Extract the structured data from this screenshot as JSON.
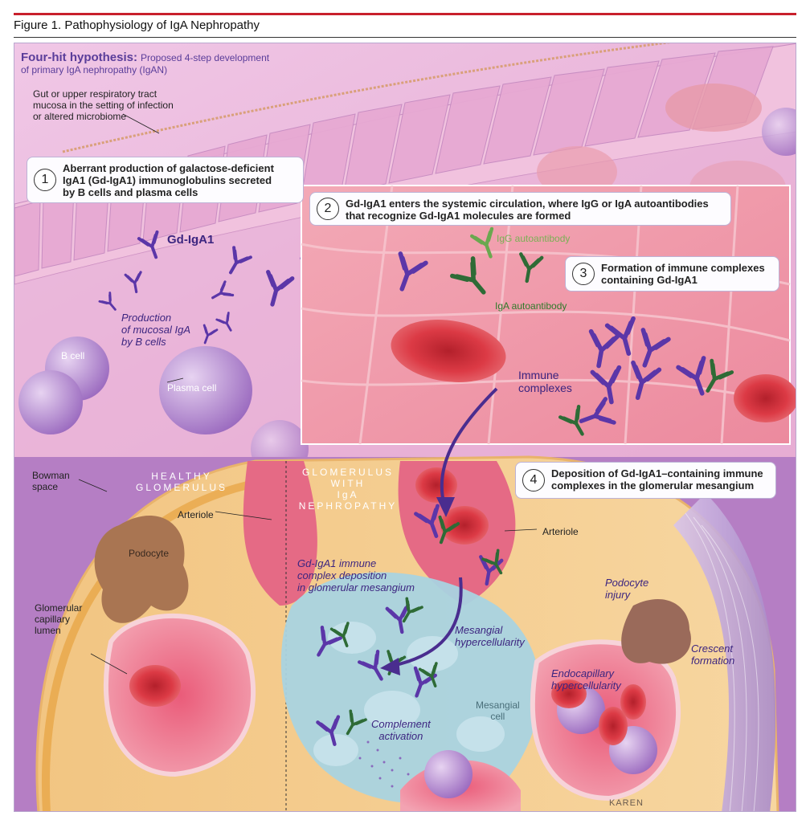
{
  "figure_title": "Figure 1. Pathophysiology of IgA Nephropathy",
  "hypothesis": {
    "title": "Four-hit hypothesis:",
    "subtitle_line1": "Proposed 4-step development",
    "subtitle_line2": "of primary IgA nephropathy (IgAN)"
  },
  "labels": {
    "mucosa": [
      "Gut or upper respiratory tract",
      "mucosa in the setting of infection",
      "or altered microbiome"
    ],
    "gd_iga1": "Gd-IgA1",
    "production": [
      "Production",
      "of mucosal IgA",
      "by B cells"
    ],
    "b_cell": "B cell",
    "plasma_cell": "Plasma cell",
    "igg_autoantibody": "IgG autoantibody",
    "iga_autoantibody": "IgA autoantibody",
    "immune_complexes": [
      "Immune",
      "complexes"
    ],
    "bowman_space": [
      "Bowman",
      "space"
    ],
    "healthy_glomerulus": [
      "HEALTHY",
      "GLOMERULUS"
    ],
    "glomerulus_igan": [
      "GLOMERULUS",
      "WITH",
      "IgA NEPHROPATHY"
    ],
    "arteriole_left": "Arteriole",
    "arteriole_right": "Arteriole",
    "podocyte": "Podocyte",
    "glomerular_capillary_lumen": [
      "Glomerular",
      "capillary",
      "lumen"
    ],
    "deposition_label": [
      "Gd-IgA1 immune",
      "complex deposition",
      "in glomerular mesangium"
    ],
    "mesangial_hypercellularity": [
      "Mesangial",
      "hypercellularity"
    ],
    "mesangial_cell": [
      "Mesangial",
      "cell"
    ],
    "complement_activation": [
      "Complement",
      "activation"
    ],
    "podocyte_injury": [
      "Podocyte",
      "injury"
    ],
    "crescent_formation": [
      "Crescent",
      "formation"
    ],
    "endocapillary_hypercellularity": [
      "Endocapillary",
      "hypercellularity"
    ],
    "signature": "KAREN"
  },
  "steps": [
    {
      "number": "1",
      "lines": [
        "Aberrant production of galactose-deficient",
        "IgA1 (Gd-IgA1) immunoglobulins secreted",
        "by B cells and plasma cells"
      ]
    },
    {
      "number": "2",
      "lines": [
        "Gd-IgA1 enters the systemic circulation, where IgG or IgA autoantibodies",
        "that recognize Gd-IgA1 molecules are formed"
      ]
    },
    {
      "number": "3",
      "lines": [
        "Formation of immune complexes",
        "containing Gd-IgA1"
      ]
    },
    {
      "number": "4",
      "lines": [
        "Deposition of Gd-IgA1–containing immune",
        "complexes in the glomerular mesangium"
      ]
    }
  ],
  "colors": {
    "accent_rule": "#c8202c",
    "gd_iga1": "#5b36a8",
    "igg": "#6aa84f",
    "iga": "#2e6b36",
    "rbc": "#d8323f",
    "mucosa": "#d9a3d6",
    "mesangium": "#a9d3e0"
  }
}
